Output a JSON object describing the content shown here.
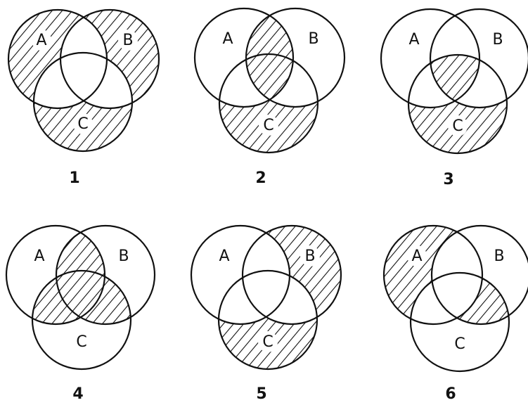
{
  "set_labels": [
    "A",
    "B",
    "C"
  ],
  "diagrams": [
    {
      "number": "1",
      "shaded": [
        "A",
        "B",
        "C"
      ]
    },
    {
      "number": "2",
      "shaded": [
        "AB",
        "ABC",
        "C"
      ]
    },
    {
      "number": "3",
      "shaded": [
        "ABC",
        "C"
      ]
    },
    {
      "number": "4",
      "shaded": [
        "AB",
        "ABC",
        "AC",
        "BC"
      ]
    },
    {
      "number": "5",
      "shaded": [
        "B",
        "C"
      ]
    },
    {
      "number": "6",
      "shaded": [
        "A",
        "BC"
      ]
    }
  ],
  "colors": {
    "ink": "#111111",
    "background": "#ffffff"
  }
}
